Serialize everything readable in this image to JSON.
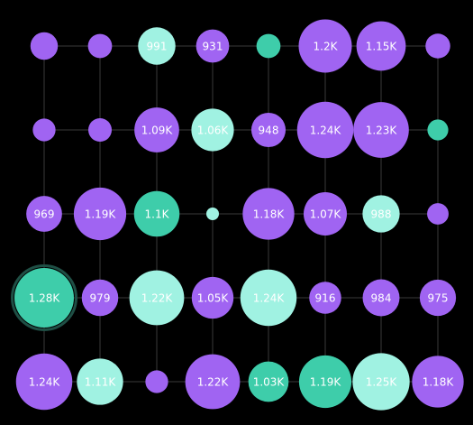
{
  "chart_data": {
    "type": "bubble-grid",
    "background": "#000000",
    "grid_color": "#3a3a3a",
    "colors": {
      "purple": "#a064f2",
      "mint": "#a0f2e2",
      "teal": "#3ecdaa"
    },
    "highlight": {
      "row": 3,
      "col": 0
    },
    "rows": [
      [
        {
          "label": "",
          "value": 850,
          "color": "purple"
        },
        {
          "label": "",
          "value": 800,
          "color": "purple"
        },
        {
          "label": "991",
          "value": 991,
          "color": "mint"
        },
        {
          "label": "931",
          "value": 931,
          "color": "purple"
        },
        {
          "label": "",
          "value": 800,
          "color": "teal"
        },
        {
          "label": "1.2K",
          "value": 1200,
          "color": "purple"
        },
        {
          "label": "1.15K",
          "value": 1150,
          "color": "purple"
        },
        {
          "label": "",
          "value": 810,
          "color": "purple"
        }
      ],
      [
        {
          "label": "",
          "value": 780,
          "color": "purple"
        },
        {
          "label": "",
          "value": 790,
          "color": "purple"
        },
        {
          "label": "1.09K",
          "value": 1090,
          "color": "purple"
        },
        {
          "label": "1.06K",
          "value": 1060,
          "color": "mint"
        },
        {
          "label": "948",
          "value": 948,
          "color": "purple"
        },
        {
          "label": "1.24K",
          "value": 1240,
          "color": "purple"
        },
        {
          "label": "1.23K",
          "value": 1230,
          "color": "purple"
        },
        {
          "label": "",
          "value": 750,
          "color": "teal"
        }
      ],
      [
        {
          "label": "969",
          "value": 969,
          "color": "purple"
        },
        {
          "label": "1.19K",
          "value": 1190,
          "color": "purple"
        },
        {
          "label": "1.1K",
          "value": 1100,
          "color": "teal"
        },
        {
          "label": "",
          "value": 600,
          "color": "mint"
        },
        {
          "label": "1.18K",
          "value": 1180,
          "color": "purple"
        },
        {
          "label": "1.07K",
          "value": 1070,
          "color": "purple"
        },
        {
          "label": "988",
          "value": 988,
          "color": "mint"
        },
        {
          "label": "",
          "value": 760,
          "color": "purple"
        }
      ],
      [
        {
          "label": "1.28K",
          "value": 1280,
          "color": "teal"
        },
        {
          "label": "979",
          "value": 979,
          "color": "purple"
        },
        {
          "label": "1.22K",
          "value": 1220,
          "color": "mint"
        },
        {
          "label": "1.05K",
          "value": 1050,
          "color": "purple"
        },
        {
          "label": "1.24K",
          "value": 1240,
          "color": "mint"
        },
        {
          "label": "916",
          "value": 916,
          "color": "purple"
        },
        {
          "label": "984",
          "value": 984,
          "color": "purple"
        },
        {
          "label": "975",
          "value": 975,
          "color": "purple"
        }
      ],
      [
        {
          "label": "1.24K",
          "value": 1240,
          "color": "purple"
        },
        {
          "label": "1.11K",
          "value": 1110,
          "color": "mint"
        },
        {
          "label": "",
          "value": 780,
          "color": "purple"
        },
        {
          "label": "1.22K",
          "value": 1220,
          "color": "purple"
        },
        {
          "label": "1.03K",
          "value": 1030,
          "color": "teal"
        },
        {
          "label": "1.19K",
          "value": 1190,
          "color": "teal"
        },
        {
          "label": "1.25K",
          "value": 1250,
          "color": "mint"
        },
        {
          "label": "1.18K",
          "value": 1180,
          "color": "purple"
        }
      ]
    ]
  }
}
